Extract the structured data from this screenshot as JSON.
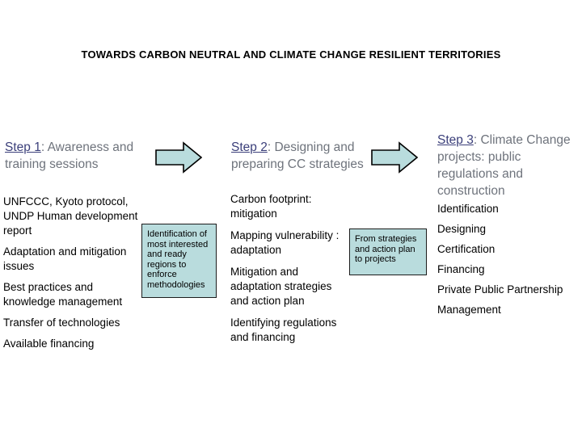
{
  "slide": {
    "title": "TOWARDS CARBON NEUTRAL  AND CLIMATE CHANGE  RESILIENT TERRITORIES",
    "background_color": "#ffffff",
    "accent_color": "#b9dcdd",
    "heading_color": "#6e737c",
    "step_label_color": "#3b3f7a"
  },
  "steps": [
    {
      "label": "Step 1",
      "separator": ": ",
      "heading": "Awareness and training sessions",
      "items": [
        "UNFCCC, Kyoto protocol, UNDP Human development report",
        "Adaptation and mitigation issues",
        "Best practices and knowledge management",
        "Transfer of technologies",
        " Available financing"
      ]
    },
    {
      "label": "Step 2",
      "separator": ": ",
      "heading": "Designing and preparing CC strategies",
      "items": [
        "Carbon footprint: mitigation",
        "Mapping vulnerability : adaptation",
        "Mitigation and adaptation strategies and action plan",
        "Identifying regulations and financing"
      ]
    },
    {
      "label": "Step 3",
      "separator": ": ",
      "heading": "Climate Change projects: public regulations and construction",
      "items": [
        "Identification",
        "Designing",
        "Certification",
        "Financing",
        "Private Public Partnership",
        "Management"
      ]
    }
  ],
  "note_boxes": [
    {
      "text": "Identification of most interested and ready regions to enforce methodologies",
      "fill": "#b9dcdd"
    },
    {
      "text": "From strategies and action plan to projects",
      "fill": "#b9dcdd"
    }
  ],
  "arrows": [
    {
      "name": "right-arrow-step1-to-step2",
      "fill": "#b9dcdd"
    },
    {
      "name": "right-arrow-step2-to-step3",
      "fill": "#b9dcdd"
    }
  ]
}
